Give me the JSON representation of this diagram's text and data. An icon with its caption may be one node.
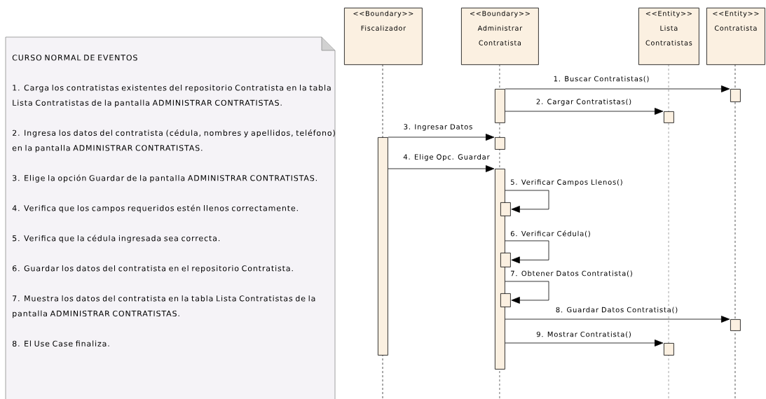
{
  "diagram": {
    "nodes": [
      {
        "text": [
          "CURSO NORMAL DE EVENTOS",
          "1. Carga los contratistas existentes del repositorio Contratista en la tabla Lista Contratistas de la pantalla ADMINISTRAR CONTRATISTAS.",
          "2. Ingresa los datos del contratista (cédula, nombres y apellidos, teléfono) en la pantalla ADMINISTRAR CONTRATISTAS.",
          "3. Elige la opción Guardar de la pantalla ADMINISTRAR CONTRATISTAS.",
          "4. Verifica que los campos requeridos estén llenos correctamente.",
          "5. Verifica que la cédula ingresada sea correcta.",
          "6. Guardar los datos del contratista en el repositorio Contratista.",
          "7. Muestra los datos del contratista en la tabla Lista Contratistas de la pantalla ADMINISTRAR CONTRATISTAS.",
          "8. El Use Case finaliza."
        ]
      },
      {
        "text": [
          "<<Boundary>>",
          "Fiscalizador"
        ]
      },
      {
        "text": [
          "<<Boundary>>",
          "Administrar Contratista"
        ]
      },
      {
        "text": [
          "<<Entity>>",
          "Lista Contratistas"
        ]
      },
      {
        "text": [
          "<<Entity>>",
          "Contratista"
        ]
      },
      {
        "text": [],
        "shape": "bar"
      },
      {
        "text": [],
        "shape": "bar"
      },
      {
        "text": [],
        "shape": "bar"
      },
      {
        "text": [],
        "shape": "bar"
      },
      {
        "text": [],
        "shape": "bar"
      },
      {
        "text": [],
        "shape": "bar"
      },
      {
        "text": [],
        "shape": "bar"
      },
      {
        "text": [],
        "shape": "bar"
      },
      {
        "text": [],
        "shape": "bar"
      },
      {
        "text": [],
        "shape": "bar"
      },
      {
        "text": [],
        "shape": "bar"
      }
    ],
    "edges": [
      {
        "from": 5,
        "to": 6,
        "arrow": "to",
        "label": "1. Buscar Contratistas()"
      },
      {
        "from": 5,
        "to": 7,
        "arrow": "to",
        "label": "2. Cargar Contratistas()"
      },
      {
        "from": 8,
        "to": 9,
        "arrow": "to",
        "label": "3. Ingresar Datos"
      },
      {
        "from": 8,
        "to": 10,
        "arrow": "to",
        "label": "4. Elige Opc. Guardar"
      },
      {
        "from": 10,
        "to": 11,
        "arrow": "to",
        "label": "5. Verificar Campos Llenos()"
      },
      {
        "from": 10,
        "to": 12,
        "arrow": "to",
        "label": "6. Verificar Cédula()"
      },
      {
        "from": 10,
        "to": 13,
        "arrow": "to",
        "label": "7. Obtener Datos Contratista()"
      },
      {
        "from": 10,
        "to": 14,
        "arrow": "to",
        "label": "8. Guardar Datos Contratista()"
      },
      {
        "from": 10,
        "to": 15,
        "arrow": "to",
        "label": "9. Mostrar Contratista()"
      }
    ]
  }
}
